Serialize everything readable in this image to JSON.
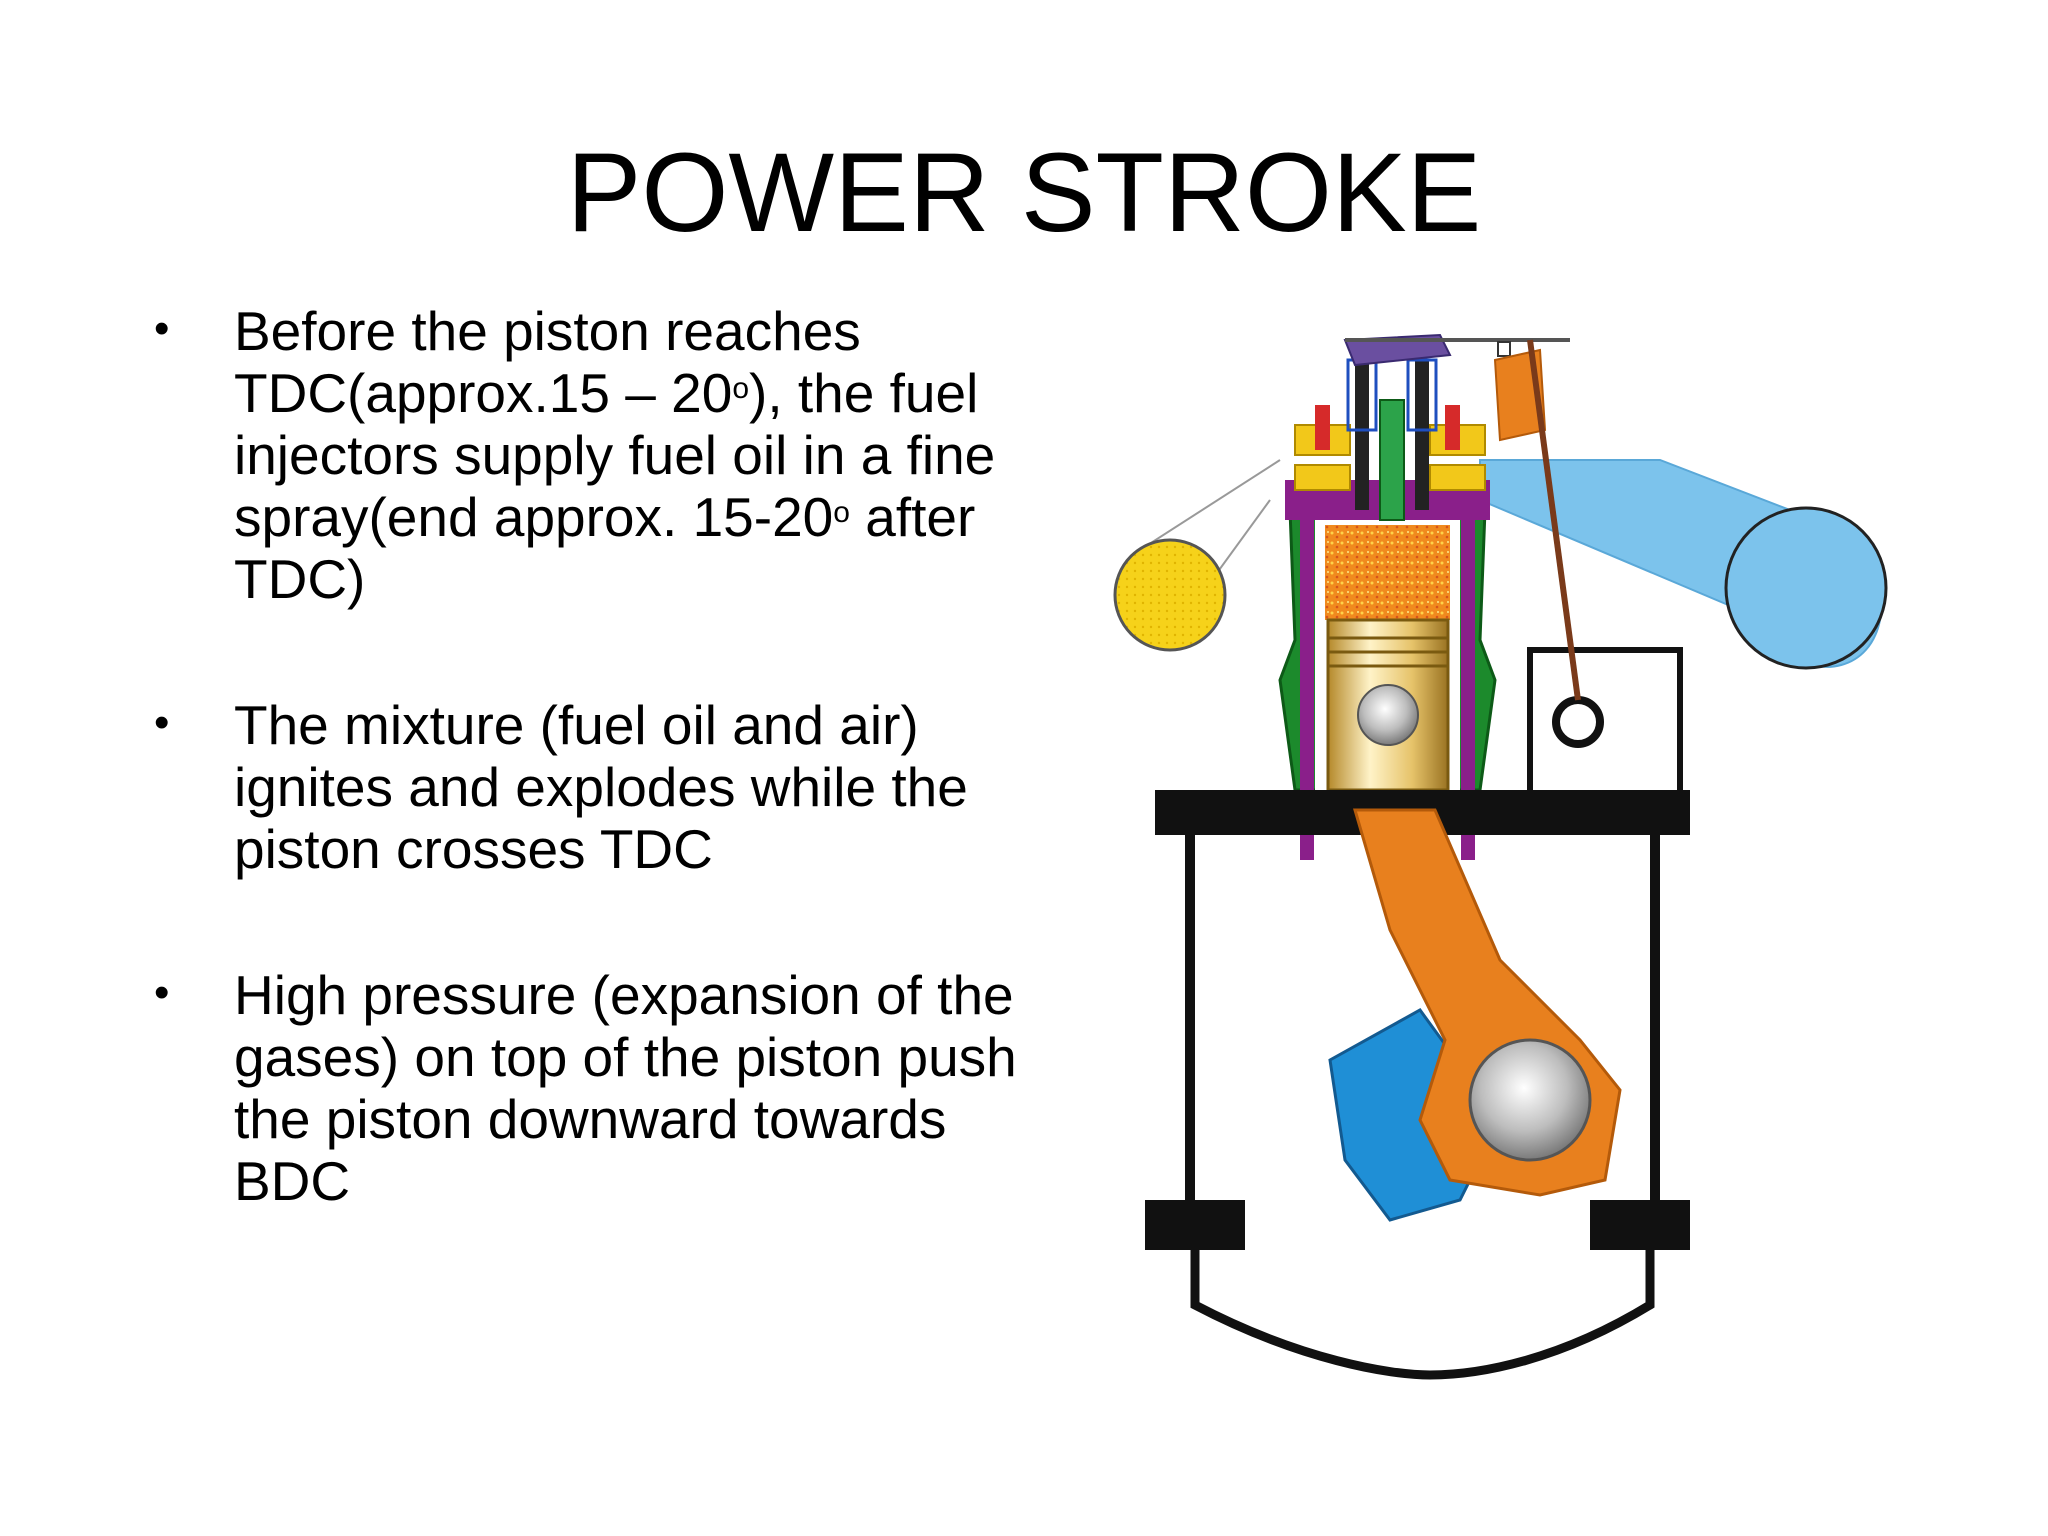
{
  "slide": {
    "title": "POWER STROKE",
    "bullets": [
      {
        "parts": [
          "Before the piston reaches TDC(approx.15 – 20",
          "o",
          "), the fuel injectors supply fuel oil in a fine spray(end approx. 15-20",
          "o",
          " after TDC)"
        ]
      },
      {
        "parts": [
          "The mixture (fuel oil and air) ignites and explodes while the piston crosses TDC"
        ]
      },
      {
        "parts": [
          "High pressure (expansion of the gases) on top of the piston push the piston downward  towards BDC"
        ]
      }
    ],
    "bullet_symbol": "•"
  },
  "diagram": {
    "colors": {
      "crank_rod": "#e8801e",
      "crank_web": "#1f8fd6",
      "exhaust_pipe": "#7cc3ec",
      "intake_disc": "#f6d21a",
      "combustion": "#f08a1e",
      "cylinder_liner": "#8a1f8a",
      "cooling_jacket": "#1c8a2c",
      "injector": "#1c8a2c",
      "valve_seat": "#f2c81a",
      "frame": "#111111"
    }
  }
}
